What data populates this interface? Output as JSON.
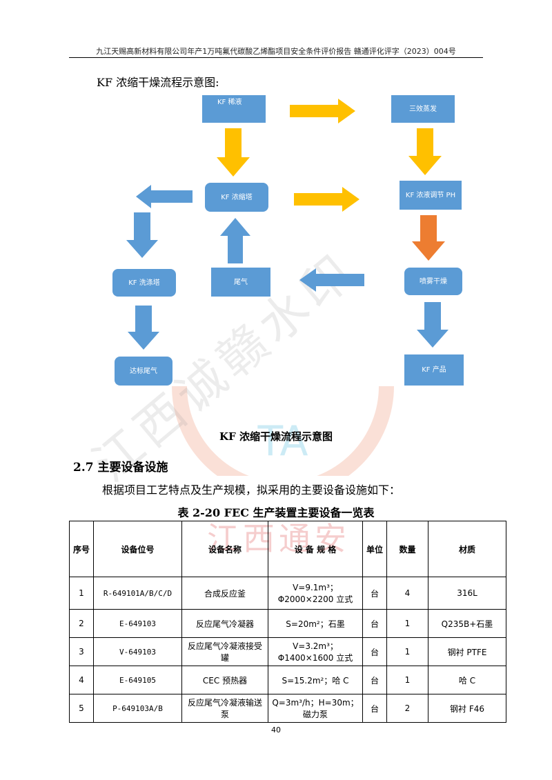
{
  "header": {
    "text": "九江天赐高新材料有限公司年产1万吨氟代碳酸乙烯酯项目安全条件评价报告 赣通评化评字（2023）004号"
  },
  "caption_top": "KF 浓缩干燥流程示意图:",
  "diagram": {
    "boxes": {
      "kf_dilute": "KF 稀液",
      "triple_evap": "三效蒸发",
      "kf_conc_tower": "KF 浓缩塔",
      "ph_adjust": "KF 浓液调节 PH",
      "kf_wash_tower": "KF 洗涤塔",
      "tail_gas": "尾气",
      "spray_dry": "喷雾干燥",
      "standard_gas": "达标尾气",
      "kf_product": "KF 产品"
    },
    "colors": {
      "box": "#5b9bd5",
      "yellow_arrow": "#ffc000",
      "orange_arrow": "#ed7d31",
      "blue_arrow": "#5b9bd5"
    }
  },
  "figure_caption": "KF 浓缩干燥流程示意图",
  "section": {
    "title": "2.7 主要设备设施"
  },
  "paragraph": "根据项目工艺特点及生产规模，拟采用的主要设备设施如下：",
  "table": {
    "title": "表 2-20 FEC 生产装置主要设备一览表",
    "headers": {
      "seq": "序号",
      "tag": "设备位号",
      "name": "设备名称",
      "spec": "设 备 规 格",
      "unit": "单位",
      "qty": "数量",
      "material": "材质"
    },
    "rows": [
      {
        "seq": "1",
        "tag": "R-649101A/B/C/D",
        "name": "合成反应釜",
        "spec": "V=9.1m³；Φ2000×2200 立式",
        "unit": "台",
        "qty": "4",
        "material": "316L"
      },
      {
        "seq": "2",
        "tag": "E-649103",
        "name": "反应尾气冷凝器",
        "spec": "S=20m²；石墨",
        "unit": "台",
        "qty": "1",
        "material": "Q235B+石墨"
      },
      {
        "seq": "3",
        "tag": "V-649103",
        "name": "反应尾气冷凝液接受罐",
        "spec": "V=3.2m³；Φ1400×1600 立式",
        "unit": "台",
        "qty": "1",
        "material": "钢衬 PTFE"
      },
      {
        "seq": "4",
        "tag": "E-649105",
        "name": "CEC 预热器",
        "spec": "S=15.2m²；哈 C",
        "unit": "台",
        "qty": "1",
        "material": "哈 C"
      },
      {
        "seq": "5",
        "tag": "P-649103A/B",
        "name": "反应尾气冷凝液输送泵",
        "spec": "Q=3m³/h；H=30m；磁力泵",
        "unit": "台",
        "qty": "2",
        "material": "钢衬 F46"
      }
    ]
  },
  "page_number": "40",
  "watermark": {
    "line1": "江西通安",
    "line2": "江西诚赣水印"
  }
}
